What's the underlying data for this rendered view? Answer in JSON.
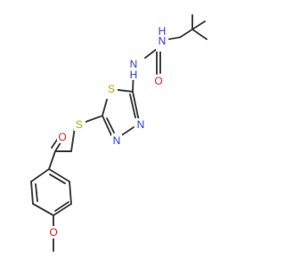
{
  "atoms": [
    {
      "id": "N1",
      "label": "N",
      "h": "H",
      "element": "N"
    },
    {
      "id": "N2",
      "label": "N",
      "h": "H",
      "element": "N"
    },
    {
      "id": "O1",
      "label": "O",
      "element": "O"
    },
    {
      "id": "S1",
      "label": "S",
      "element": "S"
    },
    {
      "id": "N3",
      "label": "N",
      "element": "N"
    },
    {
      "id": "N4",
      "label": "N",
      "element": "N"
    },
    {
      "id": "S2",
      "label": "S",
      "element": "S"
    },
    {
      "id": "O2",
      "label": "O",
      "element": "O"
    },
    {
      "id": "O3",
      "label": "O",
      "element": "O"
    }
  ],
  "colors": {
    "N": "#2b3cd6",
    "O": "#e8231c",
    "S": "#b8a615",
    "bond": "#3a3a3a"
  }
}
